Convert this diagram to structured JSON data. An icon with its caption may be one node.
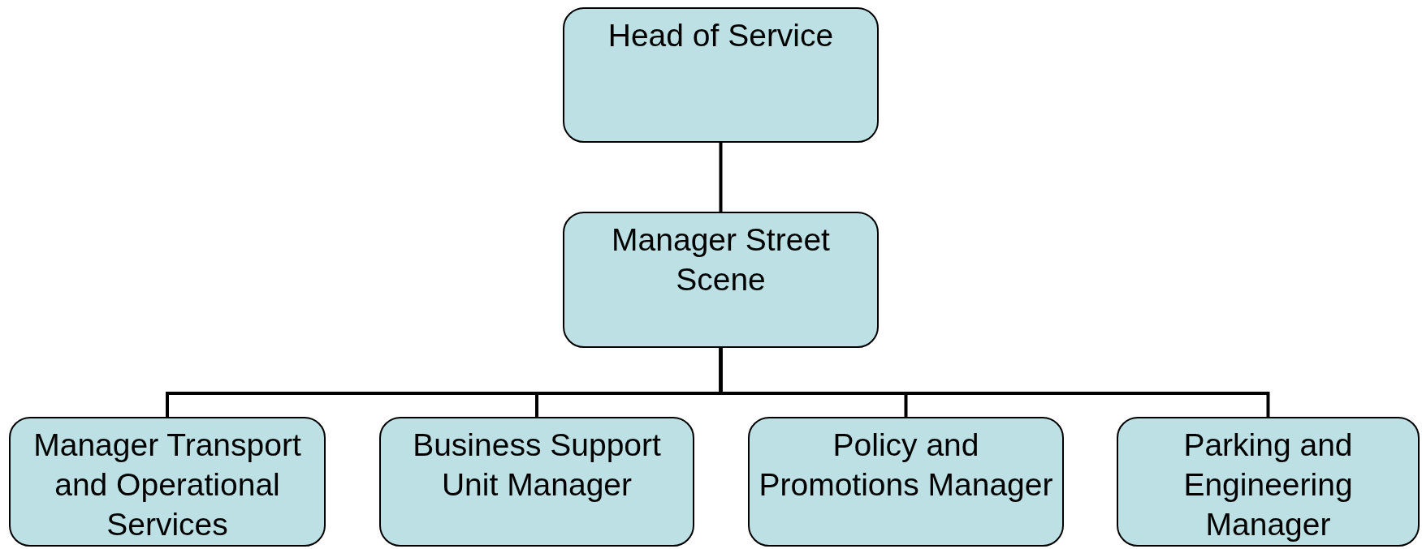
{
  "diagram": {
    "nodes": [
      {
        "text": [
          "Head of Service"
        ]
      },
      {
        "text": [
          "Manager Street Scene"
        ]
      },
      {
        "text": [
          "Manager Transport and Operational Services"
        ]
      },
      {
        "text": [
          "Business Support Unit Manager"
        ]
      },
      {
        "text": [
          "Policy and Promotions Manager"
        ]
      },
      {
        "text": [
          "Parking and Engineering Manager"
        ]
      }
    ],
    "edges": [
      {
        "from": 0,
        "to": 1,
        "arrow": "none"
      },
      {
        "from": 1,
        "to": 2,
        "arrow": "none"
      },
      {
        "from": 1,
        "to": 3,
        "arrow": "none"
      },
      {
        "from": 1,
        "to": 4,
        "arrow": "none"
      },
      {
        "from": 1,
        "to": 5,
        "arrow": "none"
      }
    ]
  }
}
